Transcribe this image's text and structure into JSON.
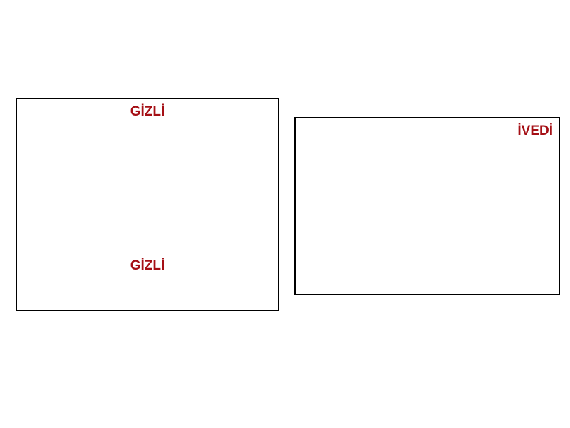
{
  "colors": {
    "stamp_text": "#a50f15",
    "frame_border": "#000000",
    "background": "#ffffff"
  },
  "left_page": {
    "header_marking": "GİZLİ",
    "footer_marking": "GİZLİ"
  },
  "right_page": {
    "header_marking": "İVEDİ"
  }
}
